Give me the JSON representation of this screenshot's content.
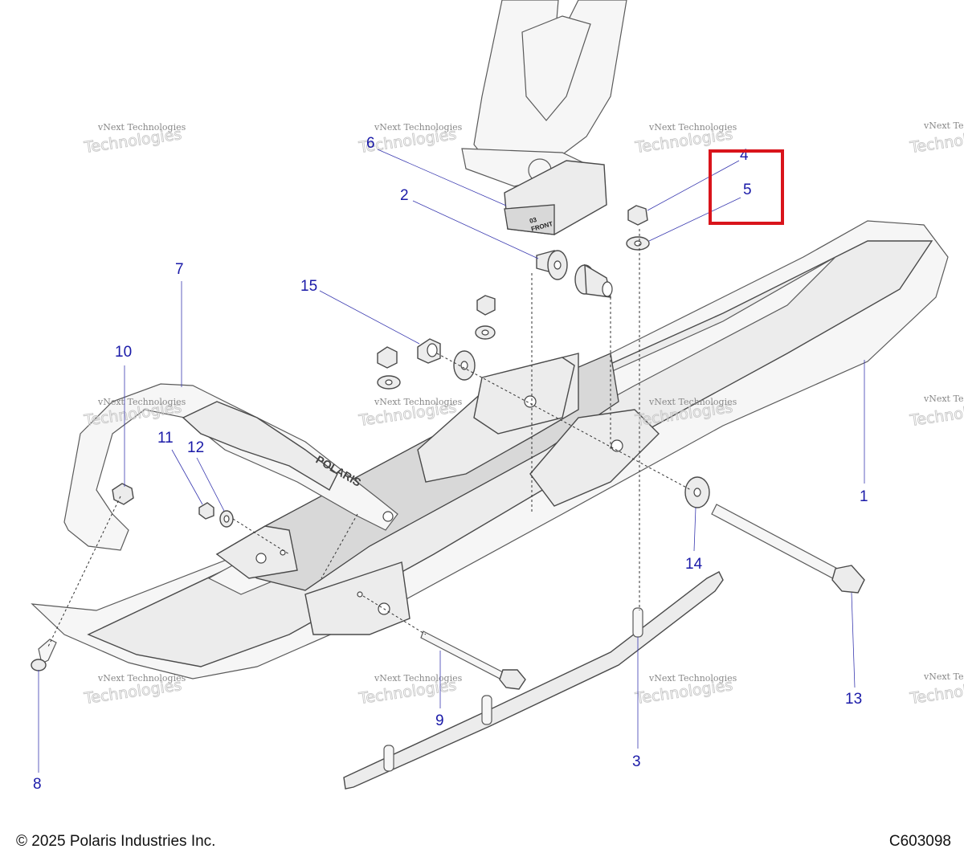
{
  "callouts": [
    {
      "id": "1",
      "label": "1"
    },
    {
      "id": "2",
      "label": "2"
    },
    {
      "id": "3",
      "label": "3"
    },
    {
      "id": "4",
      "label": "4"
    },
    {
      "id": "5",
      "label": "5"
    },
    {
      "id": "6",
      "label": "6"
    },
    {
      "id": "7",
      "label": "7"
    },
    {
      "id": "8",
      "label": "8"
    },
    {
      "id": "9",
      "label": "9"
    },
    {
      "id": "10",
      "label": "10"
    },
    {
      "id": "11",
      "label": "11"
    },
    {
      "id": "12",
      "label": "12"
    },
    {
      "id": "13",
      "label": "13"
    },
    {
      "id": "14",
      "label": "14"
    },
    {
      "id": "15",
      "label": "15"
    }
  ],
  "watermark": {
    "line1": "vNext Technologies",
    "line2": "Technologies"
  },
  "part_markings": {
    "logo": "POLARIS",
    "mount_label_1": "03",
    "mount_label_2": "FRONT"
  },
  "footer": {
    "copyright": "© 2025 Polaris Industries Inc.",
    "diagram_code": "C603098"
  },
  "highlight": {
    "color": "#d9141b",
    "callouts": [
      "4",
      "5"
    ]
  },
  "colors": {
    "callout": "#1a1aa8",
    "highlight": "#d9141b"
  }
}
